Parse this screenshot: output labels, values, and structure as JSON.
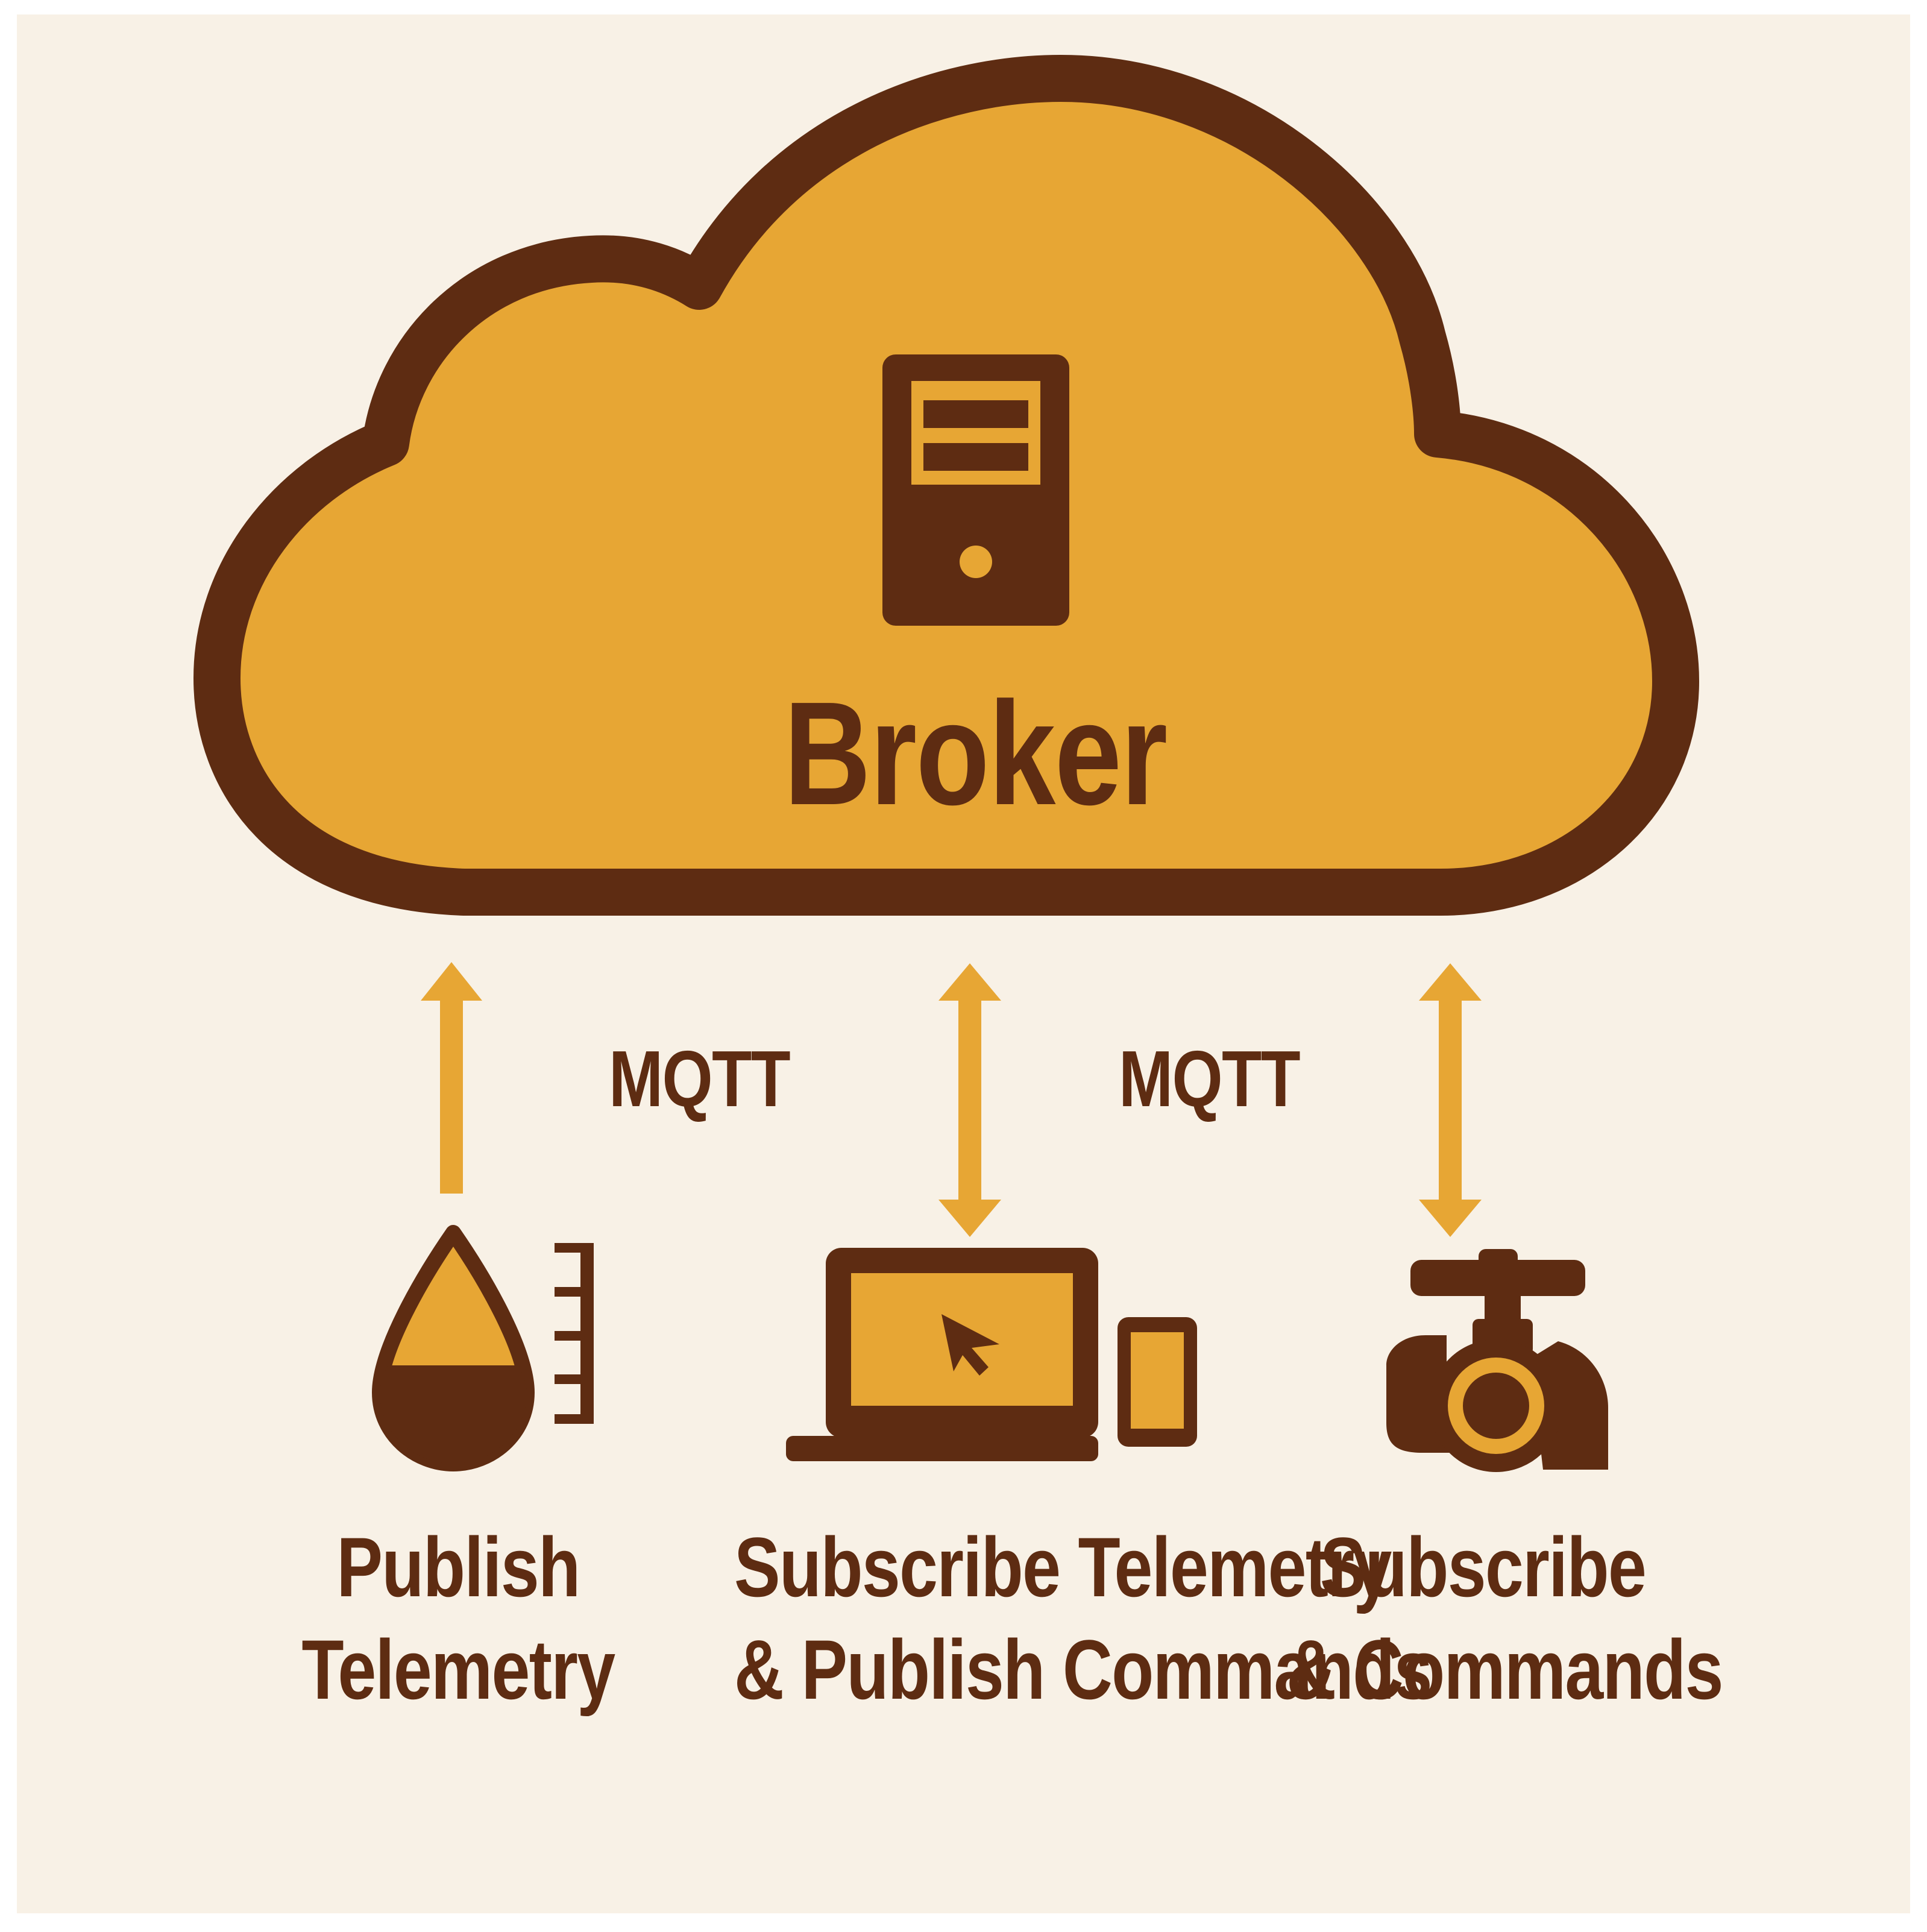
{
  "broker": {
    "label": "Broker",
    "icon": "server-icon"
  },
  "protocols": [
    "MQTT",
    "MQTT"
  ],
  "clients": [
    {
      "icon": "water-drop-gauge-icon",
      "line1": "Publish",
      "line2": "Telemetry",
      "arrow": "up"
    },
    {
      "icon": "laptop-phone-icon",
      "line1": "Subscribe Telemetry",
      "line2": "& Publish Commands",
      "arrow": "both"
    },
    {
      "icon": "valve-icon",
      "line1": "Subscribe",
      "line2": "& Commands",
      "arrow": "both"
    }
  ],
  "colors": {
    "background": "#F8F1E6",
    "cloud_fill": "#E7A634",
    "outline": "#5E2C12",
    "arrow": "#E7A634",
    "text": "#5E2C12"
  }
}
